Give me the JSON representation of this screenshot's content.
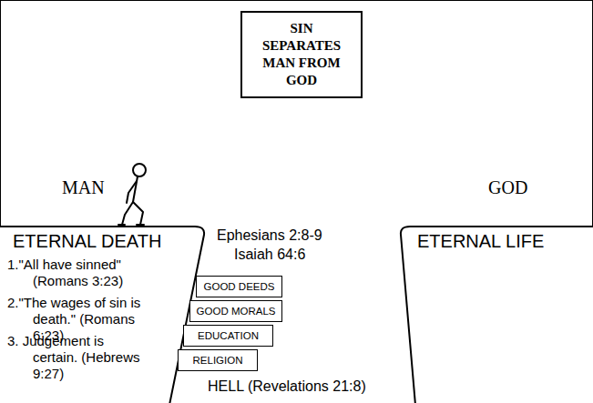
{
  "diagram": {
    "nodes": [
      {
        "text": [
          "SIN SEPARATES MAN FROM GOD"
        ]
      },
      {
        "text": [
          "ETERNAL DEATH",
          "1.\"All have sinned\" (Romans 3:23)",
          "2.\"The wages of sin is death.\" (Romans 6:23)",
          "3. Judgement is certain. (Hebrews 9:27)"
        ]
      },
      {
        "text": [
          "ETERNAL LIFE"
        ]
      },
      {
        "text": [
          "GOOD DEEDS"
        ]
      },
      {
        "text": [
          "GOOD MORALS"
        ]
      },
      {
        "text": [
          "EDUCATION"
        ]
      },
      {
        "text": [
          "RELIGION"
        ]
      }
    ],
    "labels": [
      "MAN",
      "GOD",
      "Ephesians 2:8-9",
      "Isaiah 64:6",
      "HELL (Revelations 21:8)"
    ]
  }
}
